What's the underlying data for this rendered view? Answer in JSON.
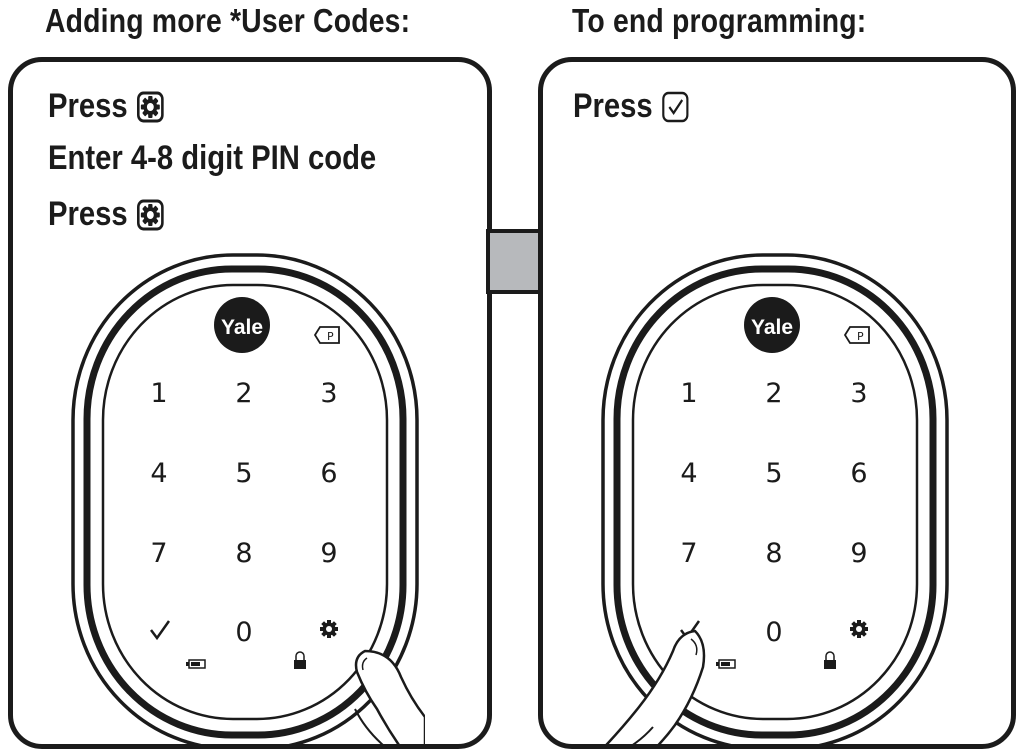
{
  "left": {
    "heading": "Adding more *User Codes:",
    "steps": [
      "Press",
      "Enter 4-8 digit PIN code",
      "Press"
    ]
  },
  "right": {
    "heading": "To end programming:",
    "steps": [
      "Press"
    ]
  },
  "keypad": {
    "brand": "Yale",
    "keys": [
      "1",
      "2",
      "3",
      "4",
      "5",
      "6",
      "7",
      "8",
      "9",
      "0"
    ]
  },
  "icons": [
    "settings-gear-icon",
    "checkmark-icon",
    "backspace-p-icon",
    "battery-icon",
    "padlock-icon",
    "finger-icon"
  ],
  "colors": {
    "ink": "#1b1b1b",
    "arrow_fill": "#b7b9bc"
  }
}
